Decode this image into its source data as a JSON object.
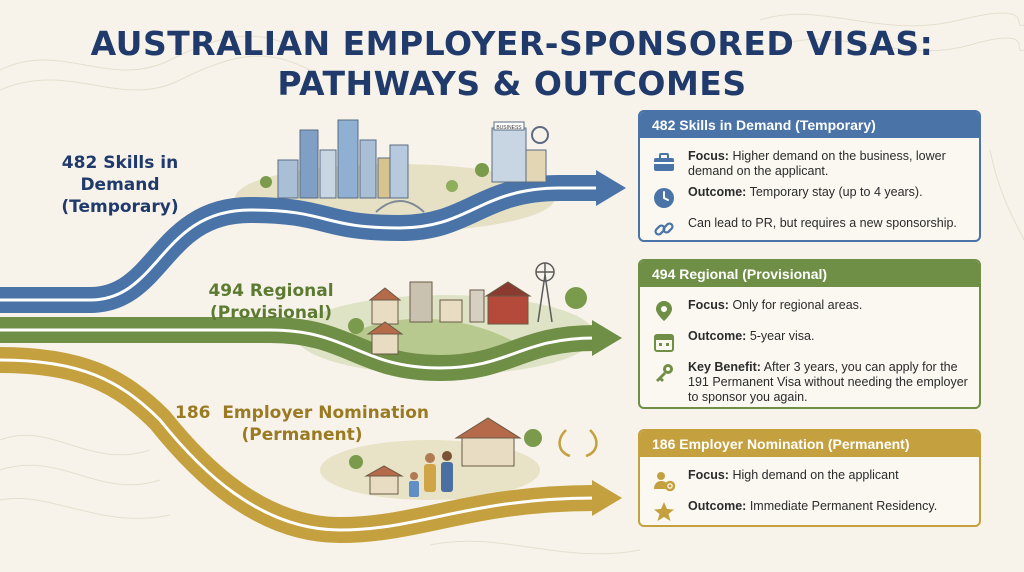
{
  "title": {
    "line1": "AUSTRALIAN EMPLOYER-SPONSORED VISAS:",
    "line2": "PATHWAYS & OUTCOMES"
  },
  "colors": {
    "blue": "#4a73a8",
    "green": "#6e8f45",
    "gold": "#c5a03e",
    "navy": "#1f3a6b"
  },
  "paths": {
    "p482": {
      "line1": "482 Skills in",
      "line2": "Demand",
      "line3": "(Temporary)"
    },
    "p494": {
      "line1": "494 Regional",
      "line2": "(Provisional)"
    },
    "p186": {
      "line1": "186  Employer Nomination",
      "line2": "(Permanent)"
    }
  },
  "cards": {
    "c482": {
      "title": "482 Skills in Demand (Temporary)",
      "items": [
        {
          "icon": "briefcase-icon",
          "label": "Focus:",
          "text": " Higher demand on the business, lower demand on the applicant."
        },
        {
          "icon": "clock-icon",
          "label": "Outcome:",
          "text": " Temporary stay (up to 4 years)."
        },
        {
          "icon": "link-icon",
          "label": "",
          "text": "Can lead to PR, but requires a new sponsorship."
        }
      ]
    },
    "c494": {
      "title": "494 Regional (Provisional)",
      "items": [
        {
          "icon": "location-pin-icon",
          "label": "Focus:",
          "text": " Only for regional areas."
        },
        {
          "icon": "calendar-icon",
          "label": "Outcome:",
          "text": " 5-year visa."
        },
        {
          "icon": "key-icon",
          "label": "Key Benefit:",
          "text": " After 3 years, you can apply for the 191 Permanent Visa without needing the employer to sponsor you again."
        }
      ]
    },
    "c186": {
      "title": "186 Employer Nomination (Permanent)",
      "items": [
        {
          "icon": "person-gear-icon",
          "label": "Focus:",
          "text": " High demand on the applicant"
        },
        {
          "icon": "star-icon",
          "label": "Outcome:",
          "text": " Immediate Permanent Residency."
        }
      ]
    }
  },
  "illustration": {
    "sign_text": "BUSINESS"
  }
}
